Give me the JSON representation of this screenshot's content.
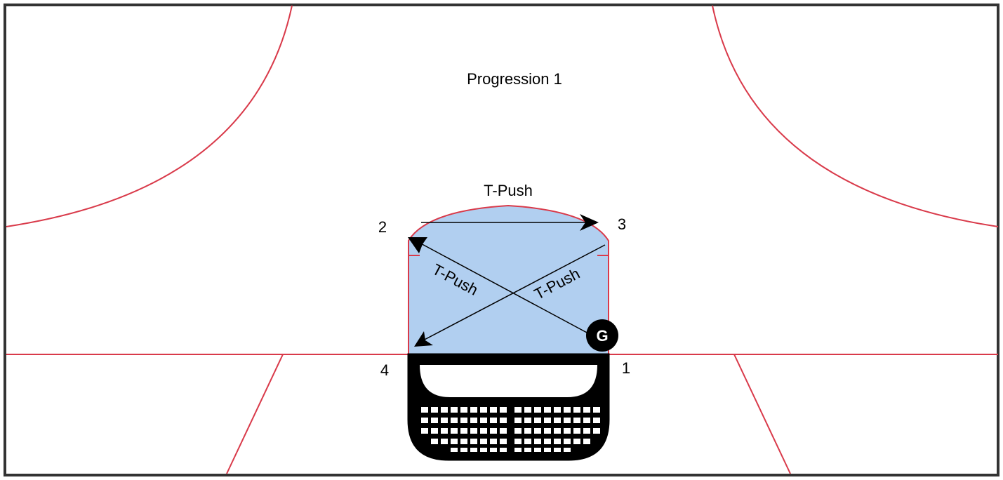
{
  "title": "Progression 1",
  "colors": {
    "rink_line": "#d93a4a",
    "crease_fill": "#b1cff0",
    "ink": "#000000",
    "border": "#333333",
    "background": "#ffffff"
  },
  "moves": {
    "top": "T-Push",
    "diagonal_left": "T-Push",
    "diagonal_right": "T-Push"
  },
  "positions": {
    "p1": "1",
    "p2": "2",
    "p3": "3",
    "p4": "4"
  },
  "goalie": {
    "letter": "G",
    "icon": "goalie-marker-icon"
  },
  "net": {
    "icon": "hockey-net-icon"
  }
}
